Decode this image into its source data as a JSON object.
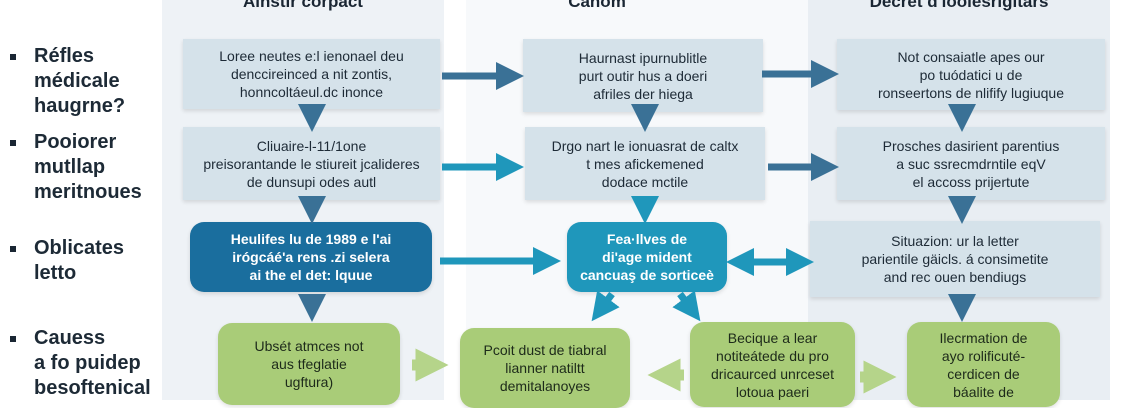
{
  "headers": [
    "Ainstir corpact",
    "Canom",
    "Decret d'ioolesrigitars"
  ],
  "bullets": [
    "Réfles\nmédicale\nhaugrne?",
    "Pooiorer\nmutllap\nmeritnoues",
    "Oblicates\nletto",
    "Cauess\na fo puidep\nbesoftenical"
  ],
  "boxes": {
    "c1r1": "Loree neutes e:l ienonael deu\ndenccireinced a nit zontis,\nhonncoltáeul.dc inonce",
    "c1r2": "Cliuaire-l-11/1one\npreisorantande le stiureit jcalideres\nde dunsupi odes autl",
    "c1r3": "Heulifes lu de 1989 e l'ai\nirógcáé'a rens .zi selera\nai the el det: lquue",
    "c2r1": "Haurnast ipurnublitle\npurt outir hus a doeri\nafriles der hiega",
    "c2r2": "Drgo nart le ionuasrat de caltx\nt mes afickemened\ndodace mctile",
    "c2r3": "Fea·llves de\ndi'age mident\ncancuaş de sorticeè",
    "c3r1": "Not consaiatle apes our\npo tuódatici u de\nronseertons de nlifify lugiuque",
    "c3r2": "Prosches dasirient parentius\na suc ssrecmdrntile eqV\nel accoss prijertute",
    "c3r3": "Situazion: ur la letter\nparientile gäicls. á consimetite\nand rec ouen bendiugs",
    "g1": "Ubsét atmces not\naus tfeglatie\nugftura)",
    "g2": "Pcoit dust de tiabral\nlianner natiltt\ndemitalanoyes",
    "g3": "Becique a lear\nnotiteátede du pro\ndricaurced unrceset\nlotoua paeri",
    "g4": "Ilecrmation de\nayo rolificuté-\ncerdicen de\nbáalite de"
  },
  "colors": {
    "dark_blue": "#1a6e9e",
    "teal": "#1f97bb",
    "green": "#a9cc78",
    "box": "#d5e2ea",
    "arrow": "#3a7196"
  }
}
